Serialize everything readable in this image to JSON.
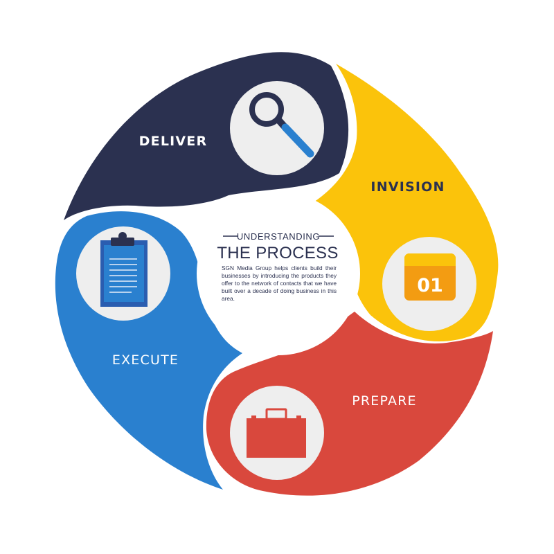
{
  "segments": [
    {
      "id": "deliver",
      "label": "DELIVER",
      "icon": "magnifying-glass-icon",
      "color": "#2b3150",
      "label_color": "#ffffff"
    },
    {
      "id": "invision",
      "label": "INVISION",
      "icon": "calendar-icon",
      "color": "#fbc30b",
      "label_color": "#2b3150"
    },
    {
      "id": "prepare",
      "label": "PREPARE",
      "icon": "briefcase-icon",
      "color": "#d9483d",
      "label_color": "#ffffff"
    },
    {
      "id": "execute",
      "label": "EXECUTE",
      "icon": "clipboard-icon",
      "color": "#2a80cf",
      "label_color": "#ffffff"
    }
  ],
  "calendar_number": "01",
  "center": {
    "eyebrow": "UNDERSTANDING",
    "title": "THE PROCESS",
    "description": "SGN Media Group helps clients build their businesses by introducing the products they offer to the network of contacts that we have built over a decade of doing business in this area."
  },
  "colors": {
    "navy": "#2b3150",
    "yellow": "#fbc30b",
    "red": "#d9483d",
    "blue": "#2a80cf",
    "icon_bg": "#eeeeee",
    "calendar_orange": "#f39c12"
  }
}
